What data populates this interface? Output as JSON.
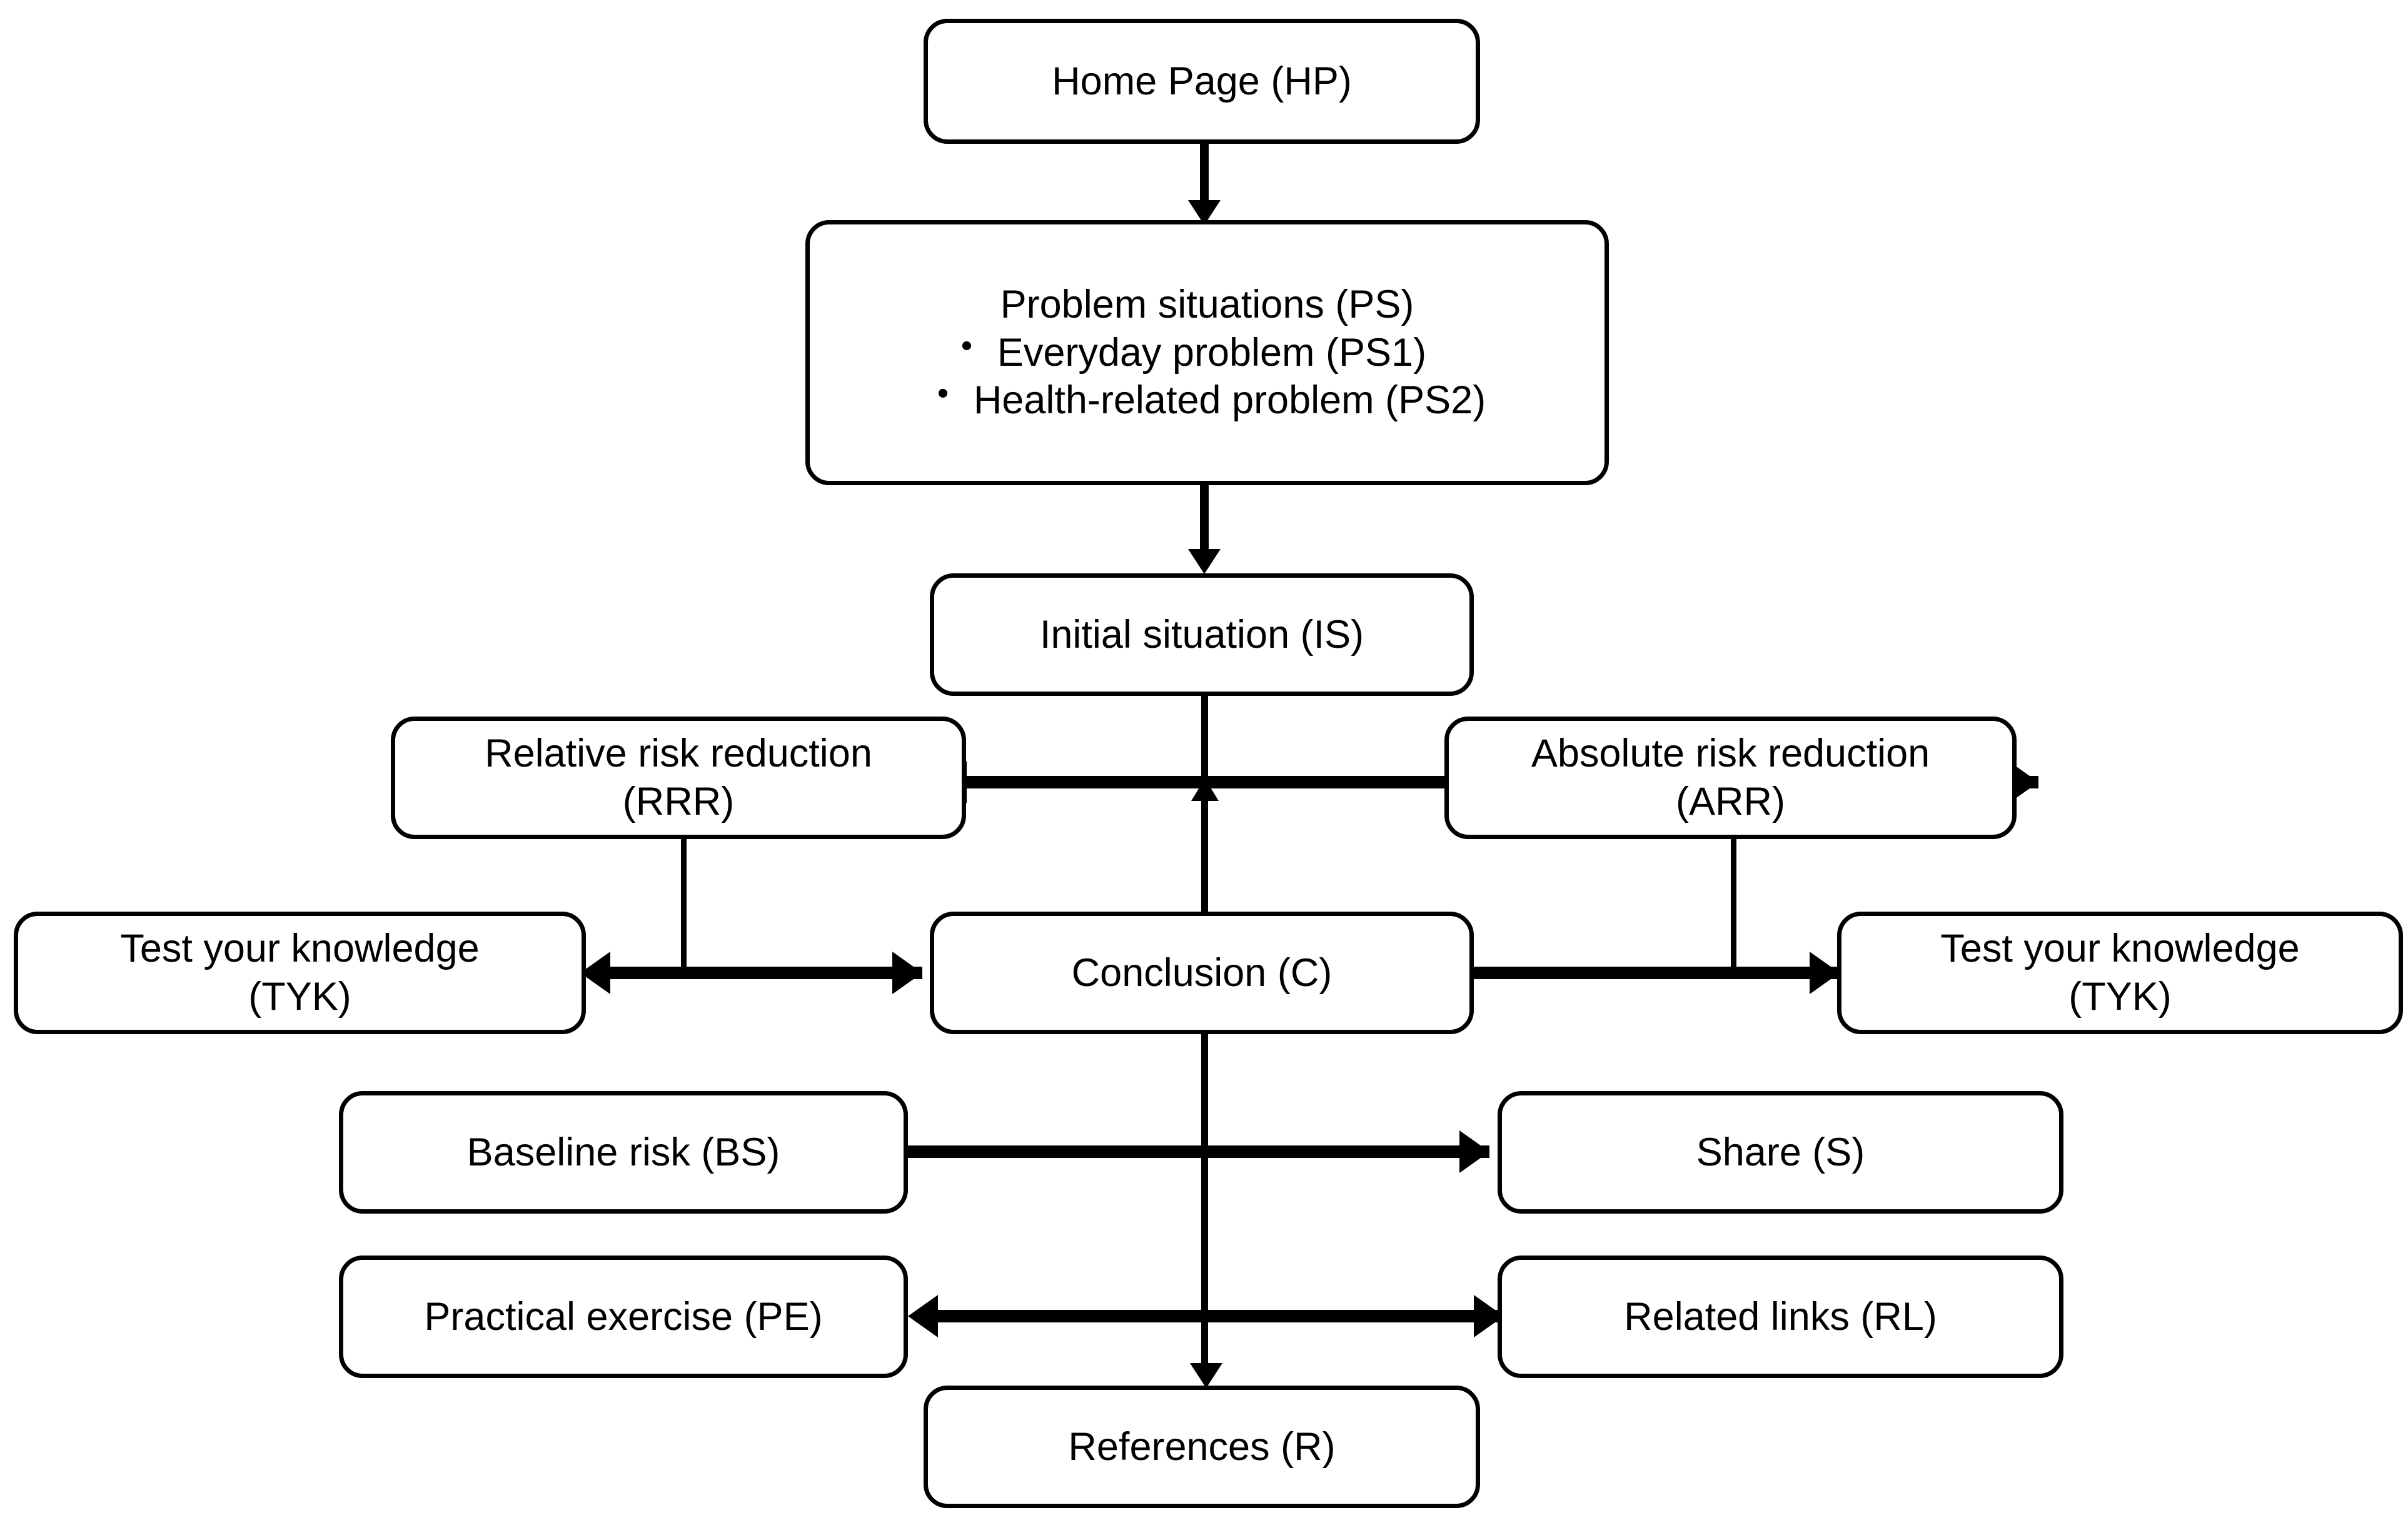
{
  "diagram": {
    "title": "Website structure flowchart",
    "background_color": "#ffffff",
    "stroke_color": "#000000",
    "nodes": {
      "home_page": "Home Page (HP)",
      "problem_situations": {
        "title": "Problem situations (PS)",
        "bullets": [
          "Everyday problem (PS1)",
          "Health-related problem (PS2)"
        ]
      },
      "initial_situation": "Initial situation (IS)",
      "relative_risk_reduction": {
        "line1": "Relative risk reduction",
        "line2": "(RRR)"
      },
      "absolute_risk_reduction": {
        "line1": "Absolute risk reduction",
        "line2": "(ARR)"
      },
      "test_your_knowledge_left": {
        "line1": "Test your knowledge",
        "line2": "(TYK)"
      },
      "test_your_knowledge_right": {
        "line1": "Test your knowledge",
        "line2": "(TYK)"
      },
      "conclusion": "Conclusion (C)",
      "baseline_risk": "Baseline risk (BS)",
      "share": "Share (S)",
      "practical_exercise": "Practical exercise (PE)",
      "related_links": "Related links (RL)",
      "references": "References (R)"
    },
    "edges": [
      {
        "from": "Home Page (HP)",
        "to": "Problem situations (PS)",
        "type": "arrow-down"
      },
      {
        "from": "Problem situations (PS)",
        "to": "Initial situation (IS)",
        "type": "arrow-down"
      },
      {
        "from": "Initial situation (IS)",
        "to": "Conclusion (C)",
        "type": "line-down"
      },
      {
        "from": "Relative risk reduction (RRR)",
        "to": "Absolute risk reduction (ARR)",
        "type": "double-arrow-horizontal"
      },
      {
        "from": "Test your knowledge (TYK)",
        "to": "Conclusion (C)",
        "type": "double-arrow-horizontal"
      },
      {
        "from": "Conclusion (C)",
        "to": "Test your knowledge (TYK)",
        "type": "double-arrow-horizontal"
      },
      {
        "from": "Relative risk reduction (RRR)",
        "to": "Conclusion (C) row",
        "type": "line-down"
      },
      {
        "from": "Absolute risk reduction (ARR)",
        "to": "Conclusion (C) row",
        "type": "line-down"
      },
      {
        "from": "Baseline risk (BS)",
        "to": "Share (S)",
        "type": "double-arrow-horizontal"
      },
      {
        "from": "Practical exercise (PE)",
        "to": "Related links (RL)",
        "type": "double-arrow-horizontal"
      },
      {
        "from": "Conclusion (C)",
        "to": "References (R)",
        "type": "arrow-down"
      }
    ]
  }
}
